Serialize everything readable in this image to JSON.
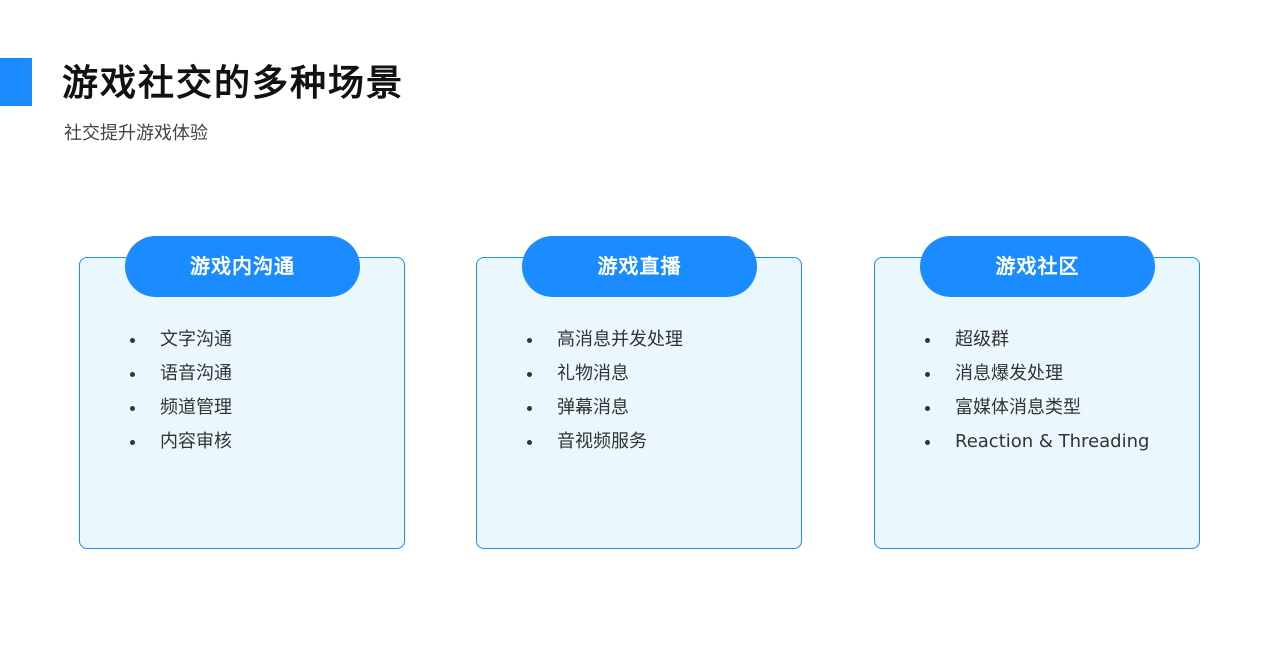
{
  "header": {
    "title": "游戏社交的多种场景",
    "subtitle": "社交提升游戏体验"
  },
  "colors": {
    "accent": "#1a8cff",
    "card_background": "#eaf8fd",
    "title_text": "#111111",
    "body_text": "#333333"
  },
  "cards": [
    {
      "title": "游戏内沟通",
      "items": [
        "文字沟通",
        "语音沟通",
        "频道管理",
        "内容审核"
      ]
    },
    {
      "title": "游戏直播",
      "items": [
        "高消息并发处理",
        "礼物消息",
        "弹幕消息",
        "音视频服务"
      ]
    },
    {
      "title": "游戏社区",
      "items": [
        "超级群",
        "消息爆发处理",
        "富媒体消息类型",
        "Reaction & Threading"
      ]
    }
  ]
}
